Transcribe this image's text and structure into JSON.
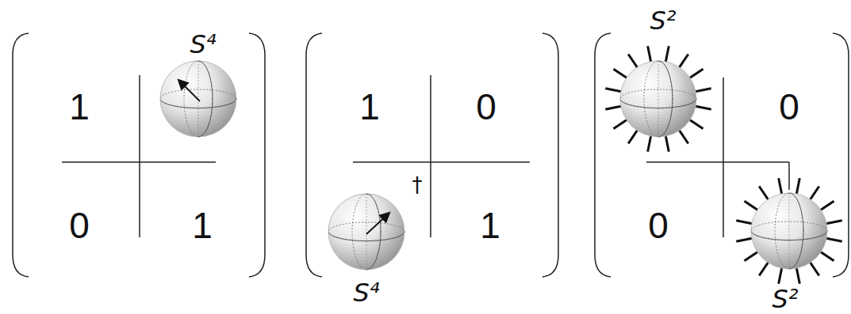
{
  "diagram": {
    "labels": [
      "1",
      "S⁴",
      "0",
      "1",
      "1",
      "0",
      "†",
      "S⁴",
      "1",
      "S²",
      "0",
      "0",
      "S²"
    ]
  }
}
